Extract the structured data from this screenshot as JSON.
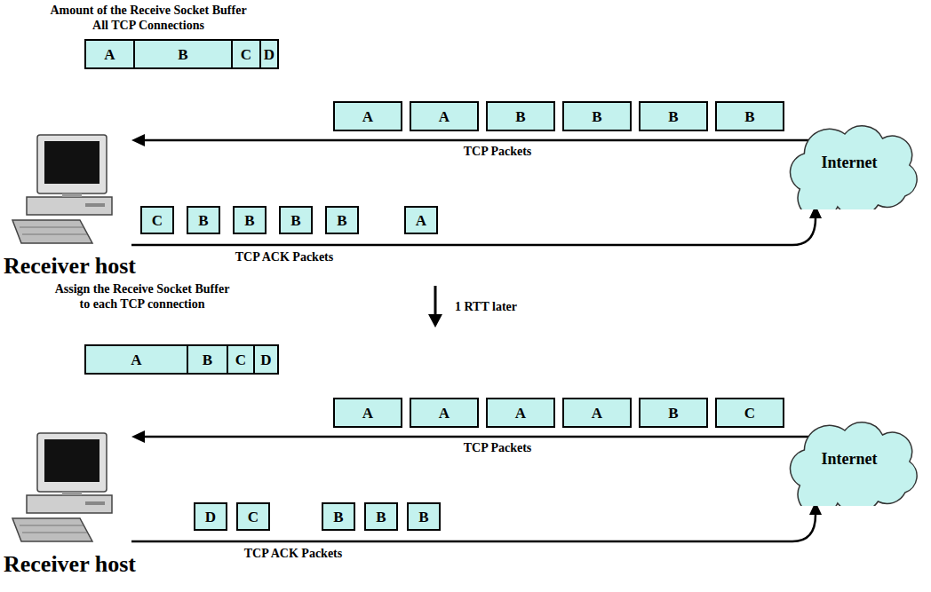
{
  "diagram": {
    "nodes": [
      {
        "text": [
          "A"
        ]
      },
      {
        "text": [
          "B"
        ]
      },
      {
        "text": [
          "C"
        ]
      },
      {
        "text": [
          "D"
        ]
      },
      {
        "text": [
          "A"
        ]
      },
      {
        "text": [
          "A"
        ]
      },
      {
        "text": [
          "B"
        ]
      },
      {
        "text": [
          "B"
        ]
      },
      {
        "text": [
          "B"
        ]
      },
      {
        "text": [
          "B"
        ]
      },
      {
        "text": [
          "Internet"
        ]
      },
      {
        "text": [
          "C"
        ]
      },
      {
        "text": [
          "B"
        ]
      },
      {
        "text": [
          "B"
        ]
      },
      {
        "text": [
          "B"
        ]
      },
      {
        "text": [
          "B"
        ]
      },
      {
        "text": [
          "A"
        ]
      },
      {
        "text": [
          "A"
        ]
      },
      {
        "text": [
          "B"
        ]
      },
      {
        "text": [
          "C"
        ]
      },
      {
        "text": [
          "D"
        ]
      },
      {
        "text": [
          "A"
        ]
      },
      {
        "text": [
          "A"
        ]
      },
      {
        "text": [
          "A"
        ]
      },
      {
        "text": [
          "A"
        ]
      },
      {
        "text": [
          "B"
        ]
      },
      {
        "text": [
          "C"
        ]
      },
      {
        "text": [
          "Internet"
        ]
      },
      {
        "text": [
          "D"
        ]
      },
      {
        "text": [
          "C"
        ]
      },
      {
        "text": [
          "B"
        ]
      },
      {
        "text": [
          "B"
        ]
      },
      {
        "text": [
          "B"
        ]
      }
    ],
    "labels": [
      "Amount of the Receive Socket Buffer All TCP Connections",
      "TCP Packets",
      "TCP ACK Packets",
      "Receiver host",
      "Assign the Receive Socket Buffer to each TCP connection",
      "1 RTT later",
      "TCP Packets",
      "TCP ACK Packets",
      "Receiver host"
    ]
  }
}
